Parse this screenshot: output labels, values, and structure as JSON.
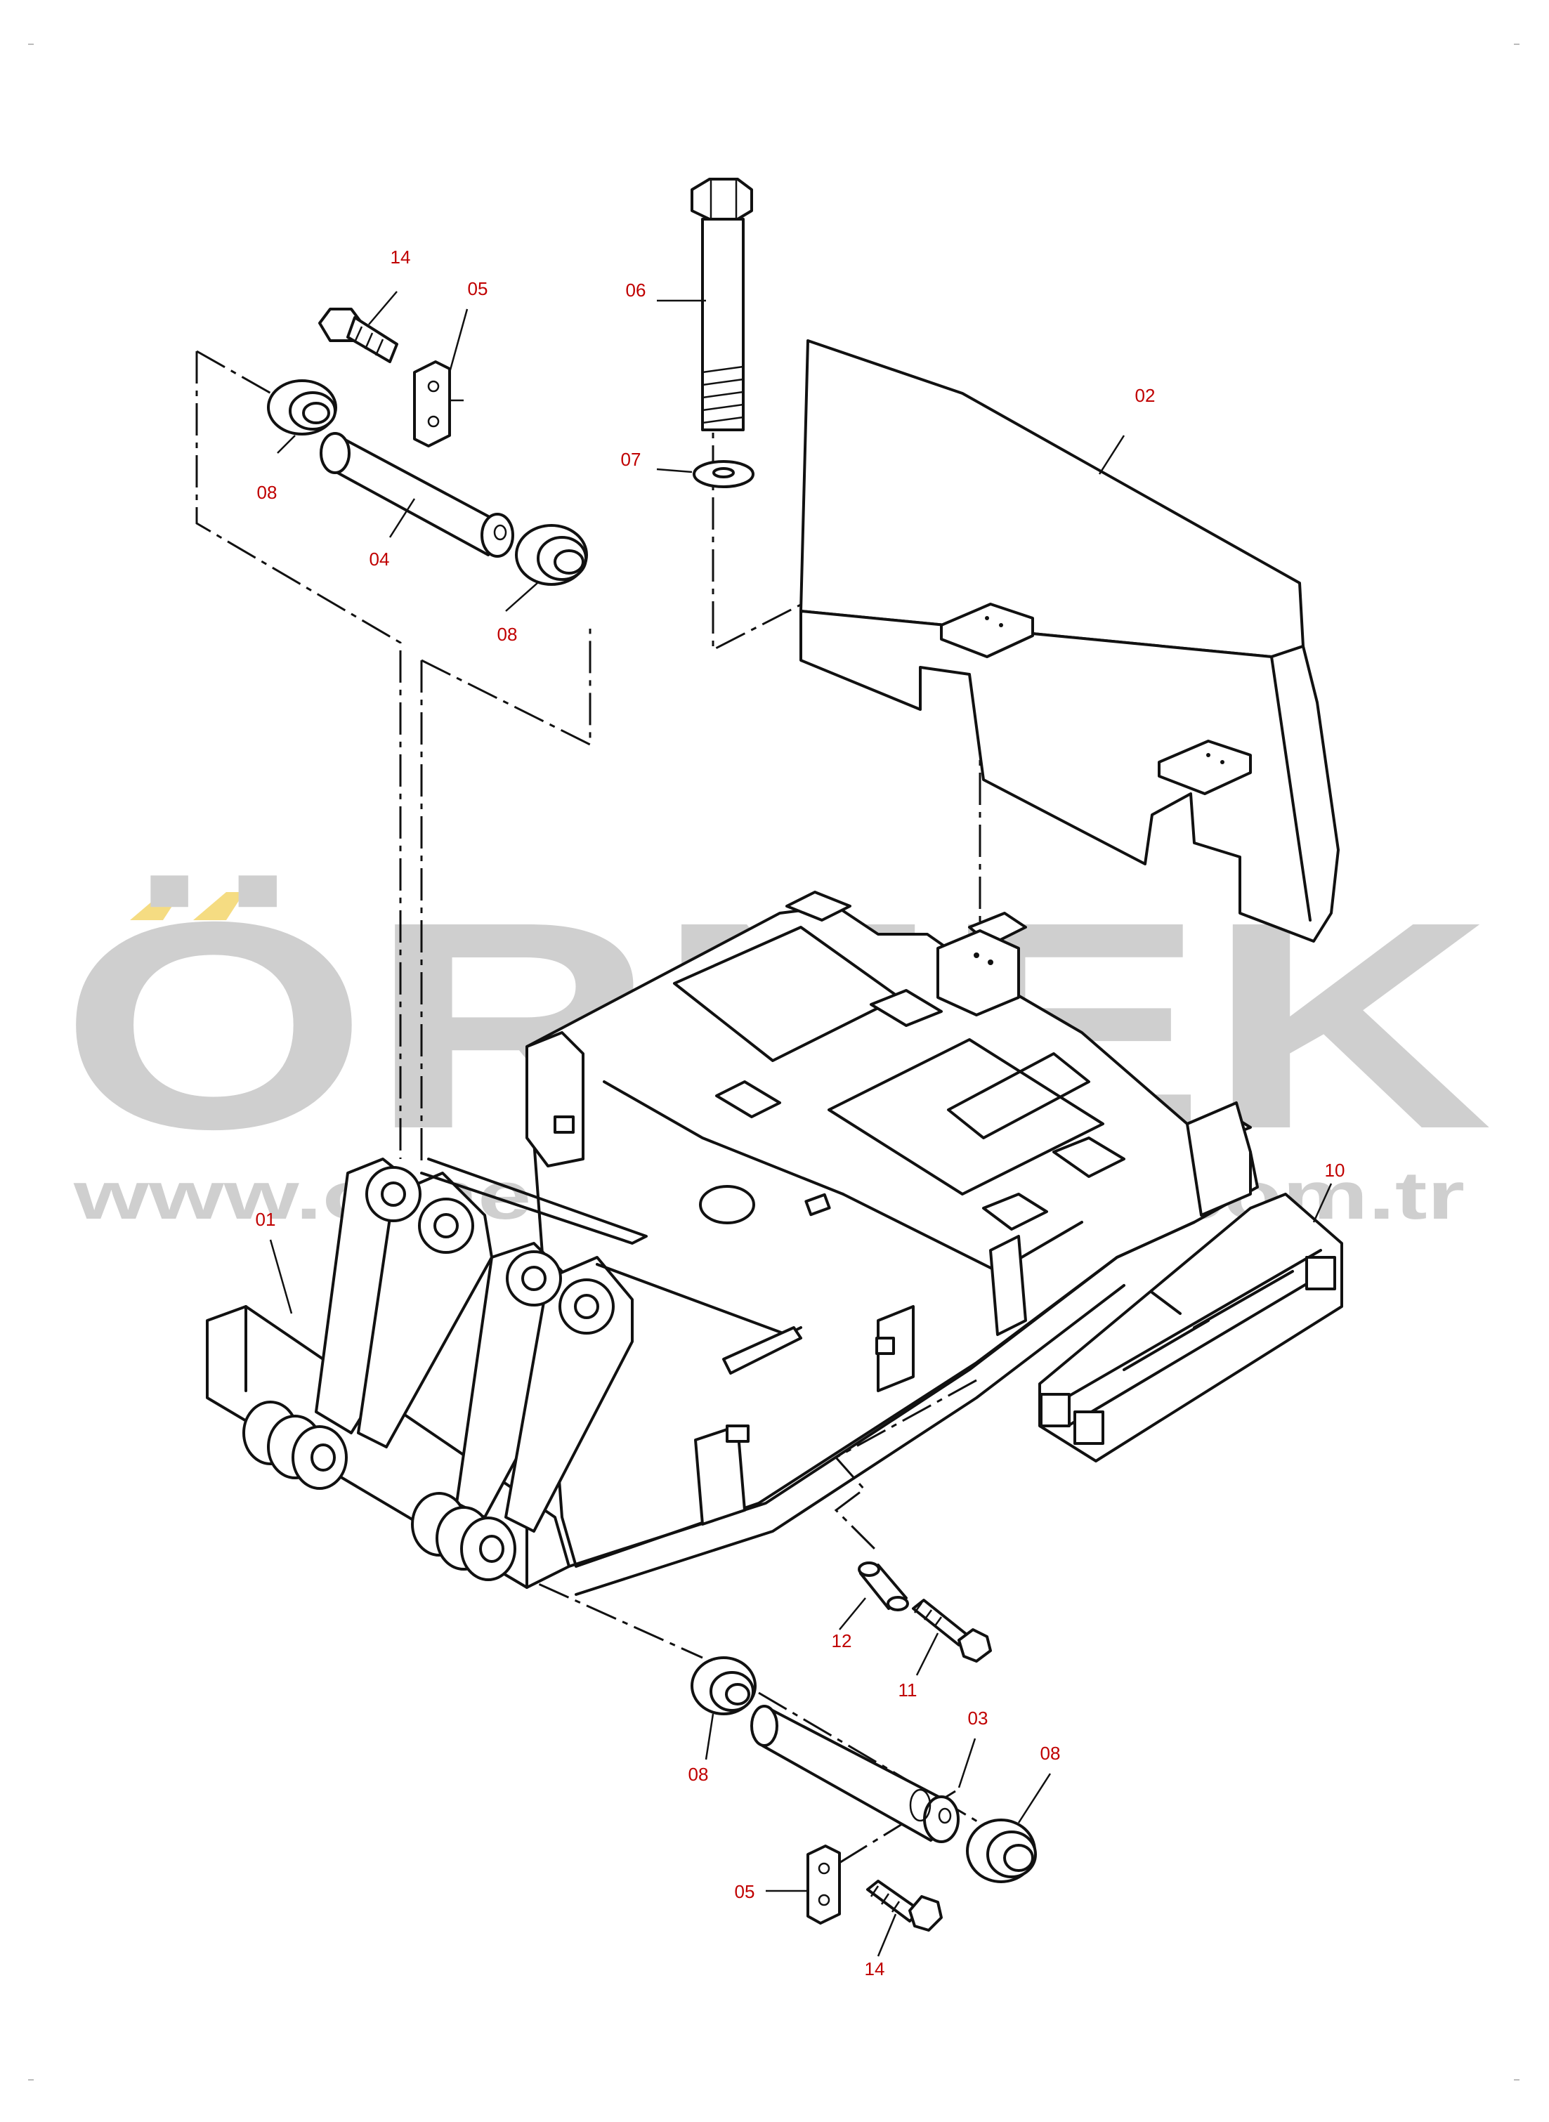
{
  "watermark": {
    "brand": "ÖRNEK",
    "url": "www.ornekismakinalari.com.tr",
    "colors": {
      "text": "#cfcfcf",
      "umlaut": "#f5dc82"
    }
  },
  "callouts": {
    "p01": "01",
    "p02": "02",
    "p03": "03",
    "p04": "04",
    "p05_top": "05",
    "p05_bottom": "05",
    "p06": "06",
    "p07": "07",
    "p08_a": "08",
    "p08_b": "08",
    "p08_c": "08",
    "p08_d": "08",
    "p10": "10",
    "p11": "11",
    "p12": "12",
    "p14_top": "14",
    "p14_bottom": "14"
  },
  "colors": {
    "callout": "#c00000",
    "line": "#111111",
    "background": "#ffffff"
  }
}
